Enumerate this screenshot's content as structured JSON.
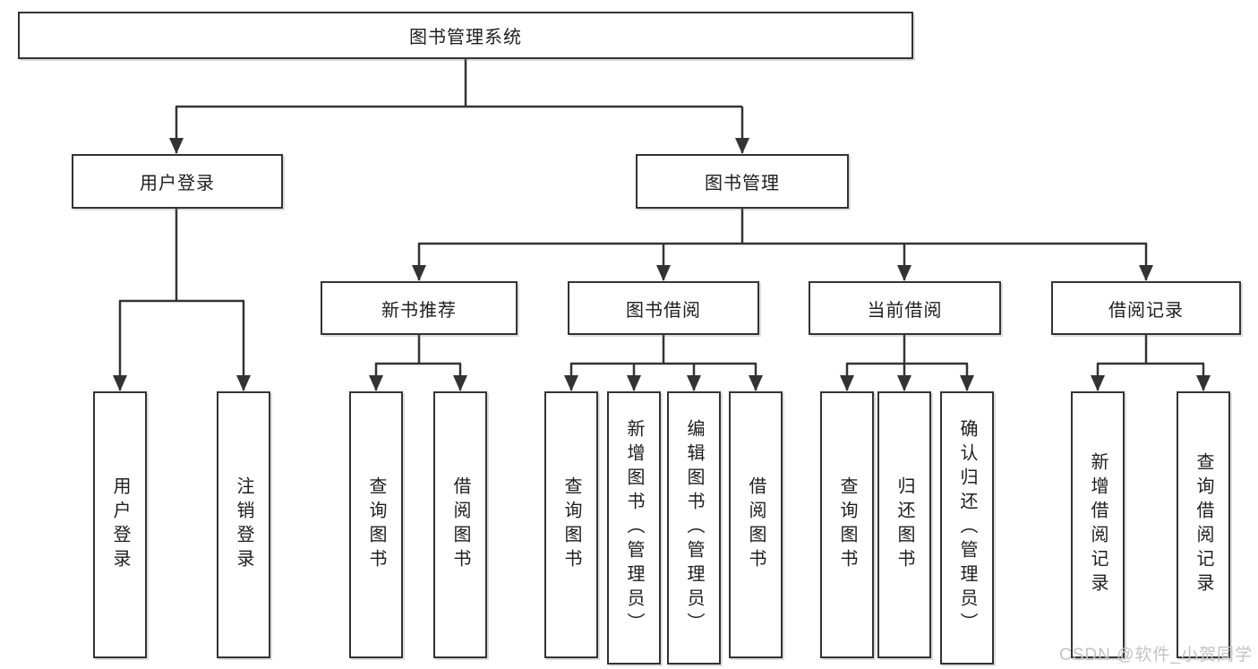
{
  "diagram_type": "hierarchy",
  "colors": {
    "line": "#333333",
    "box_border": "#333333",
    "box_fill": "#ffffff",
    "text": "#1e1e1e",
    "watermark": "#c3c3c3",
    "background": "#ffffff"
  },
  "tree": {
    "label": "图书管理系统",
    "children": [
      {
        "label": "用户登录",
        "children": [
          {
            "label": "用户登录"
          },
          {
            "label": "注销登录"
          }
        ]
      },
      {
        "label": "图书管理",
        "children": [
          {
            "label": "新书推荐",
            "children": [
              {
                "label": "查询图书"
              },
              {
                "label": "借阅图书"
              }
            ]
          },
          {
            "label": "图书借阅",
            "children": [
              {
                "label": "查询图书"
              },
              {
                "label": "新增图书（管理员）"
              },
              {
                "label": "编辑图书（管理员）"
              },
              {
                "label": "借阅图书"
              }
            ]
          },
          {
            "label": "当前借阅",
            "children": [
              {
                "label": "查询图书"
              },
              {
                "label": "归还图书"
              },
              {
                "label": "确认归还（管理员）"
              }
            ]
          },
          {
            "label": "借阅记录",
            "children": [
              {
                "label": "新增借阅记录"
              },
              {
                "label": "查询借阅记录"
              }
            ]
          }
        ]
      }
    ]
  },
  "watermark": {
    "text": "CSDN @软件_小贺同学"
  }
}
